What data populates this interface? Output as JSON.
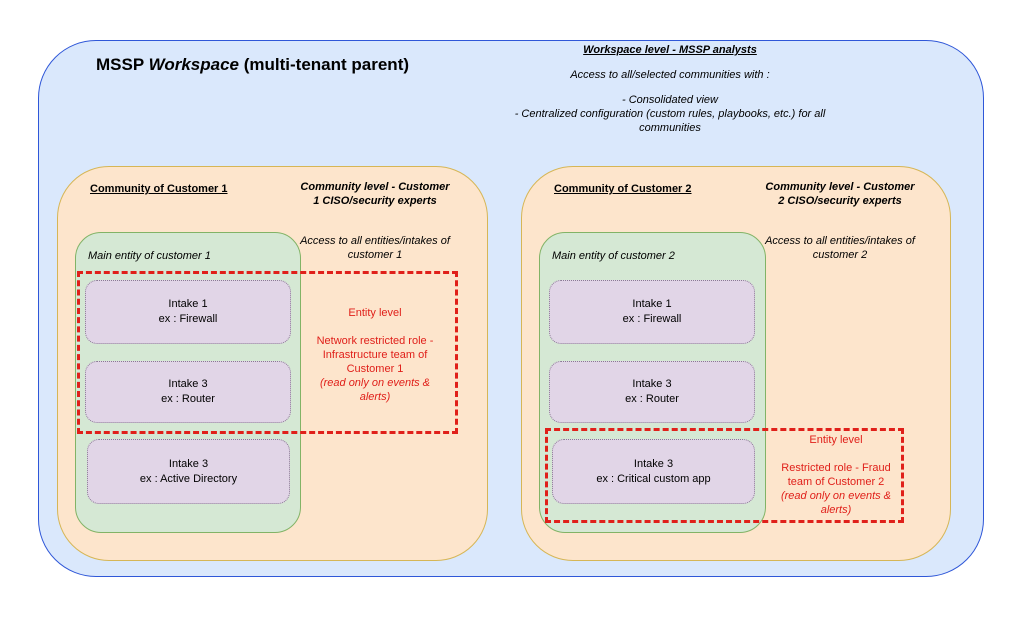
{
  "workspace": {
    "title_prefix": "MSSP",
    "title_emphasis": "Workspace",
    "title_suffix": "(multi-tenant parent)",
    "level_heading": "Workspace level - MSSP analysts",
    "level_line1": "Access to all/selected communities with :",
    "level_line2": "- Consolidated view",
    "level_line3": "- Centralized configuration (custom rules, playbooks, etc.) for all communities"
  },
  "communities": [
    {
      "title": "Community of Customer 1",
      "level_heading": "Community level - Customer 1 CISO/security experts",
      "access_text": "Access to all entities/intakes of customer 1",
      "entity_title": "Main entity of customer 1",
      "intakes": [
        {
          "name": "Intake 1",
          "type": "ex : Firewall"
        },
        {
          "name": "Intake 3",
          "type": "ex : Router"
        },
        {
          "name": "Intake 3",
          "type": "ex : Active Directory"
        }
      ],
      "entity_level": {
        "heading": "Entity level",
        "role": "Network restricted role - Infrastructure team of Customer 1",
        "note": "(read only on events & alerts)"
      }
    },
    {
      "title": "Community of Customer 2",
      "level_heading": "Community level - Customer 2 CISO/security experts",
      "access_text": "Access to all entities/intakes of customer 2",
      "entity_title": "Main entity of customer 2",
      "intakes": [
        {
          "name": "Intake 1",
          "type": "ex : Firewall"
        },
        {
          "name": "Intake 3",
          "type": "ex : Router"
        },
        {
          "name": "Intake 3",
          "type": "ex : Critical custom app"
        }
      ],
      "entity_level": {
        "heading": "Entity level",
        "role": "Restricted role - Fraud team of Customer 2",
        "note": "(read only on events & alerts)"
      }
    }
  ],
  "colors": {
    "workspace_fill": "#dae8fc",
    "workspace_border": "#2f57d8",
    "community_fill": "#fde5cc",
    "entity_fill": "#d5e8d4",
    "intake_fill": "#e1d5e7",
    "restriction_red": "#e0201a"
  }
}
